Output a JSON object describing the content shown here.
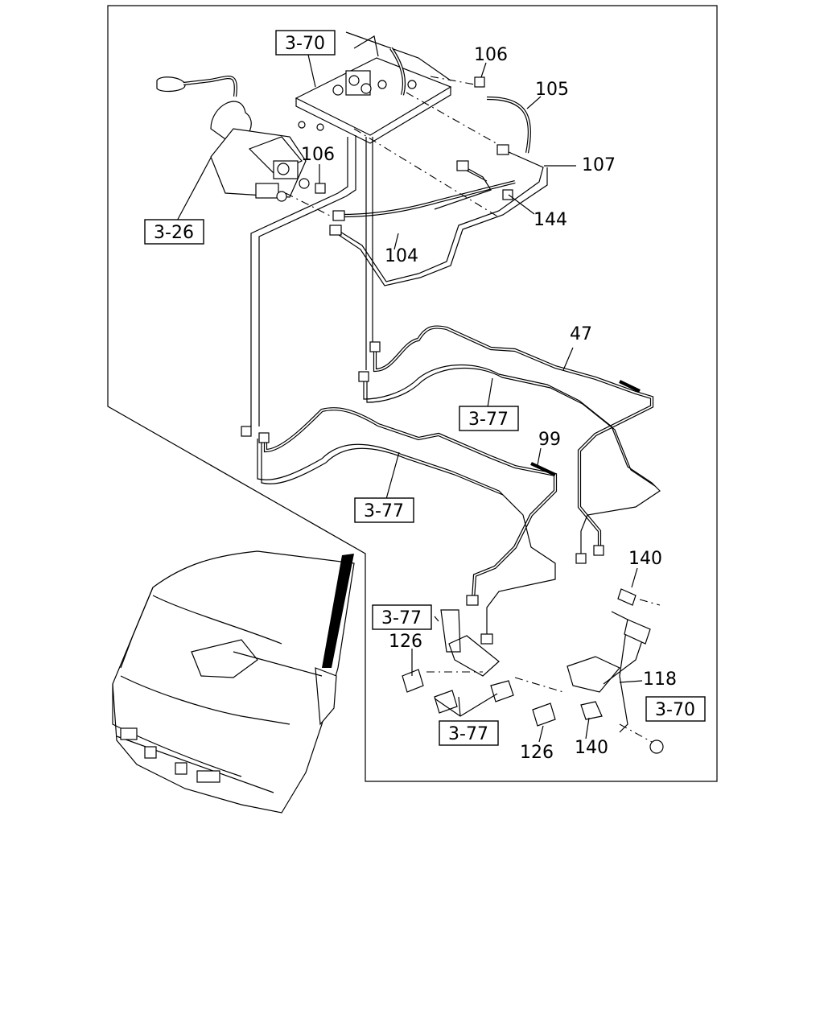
{
  "callouts": {
    "c105": "105",
    "c106_top": "106",
    "c106_mid": "106",
    "c107": "107",
    "c144": "144",
    "c104": "104",
    "c47": "47",
    "c99": "99",
    "c140_top": "140",
    "c126_left": "126",
    "c118": "118",
    "c126_bottom": "126",
    "c140_bottom": "140"
  },
  "refs": {
    "r370_top": "3-70",
    "r326": "3-26",
    "r377_a": "3-77",
    "r377_b": "3-77",
    "r377_c": "3-77",
    "r377_d": "3-77",
    "r370_bottom": "3-70"
  },
  "colors": {
    "line": "#000000",
    "background": "#ffffff"
  }
}
